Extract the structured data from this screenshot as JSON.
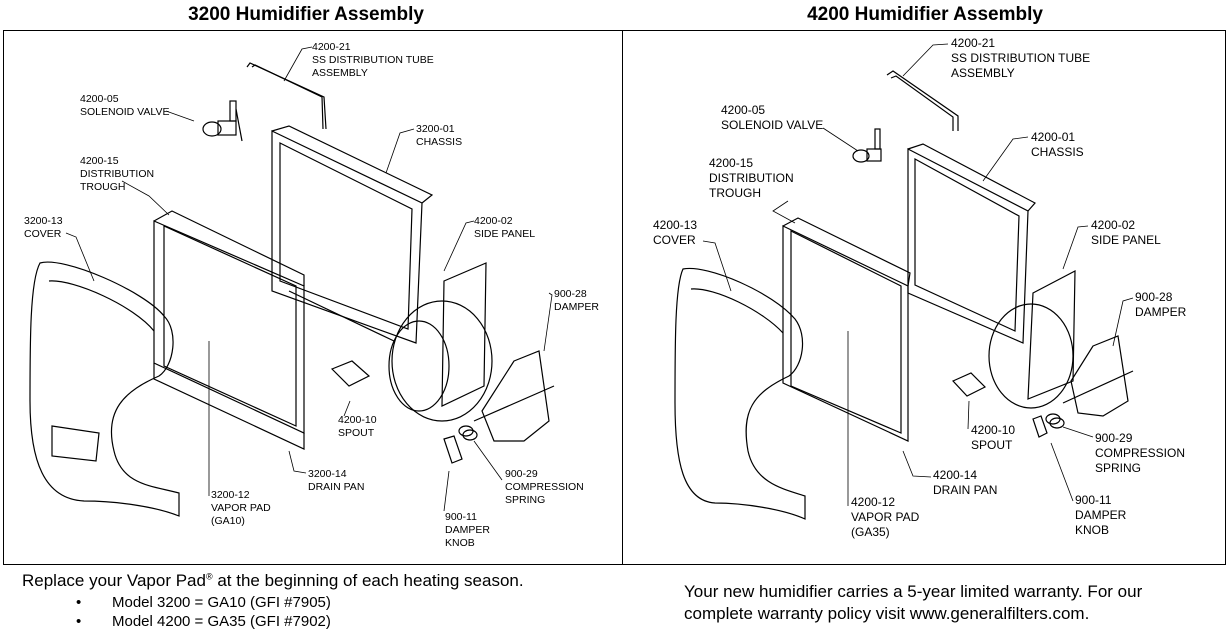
{
  "titles": {
    "left": "3200 Humidifier Assembly",
    "right": "4200 Humidifier Assembly"
  },
  "left_labels": {
    "tube_num": "4200-21",
    "tube_1": "SS DISTRIBUTION TUBE",
    "tube_2": "ASSEMBLY",
    "valve_num": "4200-05",
    "valve_1": "SOLENOID VALVE",
    "chassis_num": "3200-01",
    "chassis_1": "CHASSIS",
    "trough_num": "4200-15",
    "trough_1": "DISTRIBUTION",
    "trough_2": "TROUGH",
    "cover_num": "3200-13",
    "cover_1": "COVER",
    "side_num": "4200-02",
    "side_1": "SIDE PANEL",
    "damper_num": "900-28",
    "damper_1": "DAMPER",
    "spout_num": "4200-10",
    "spout_1": "SPOUT",
    "drain_num": "3200-14",
    "drain_1": "DRAIN PAN",
    "pad_num": "3200-12",
    "pad_1": "VAPOR PAD",
    "pad_2": "(GA10)",
    "spring_num": "900-29",
    "spring_1": "COMPRESSION",
    "spring_2": "SPRING",
    "knob_num": "900-11",
    "knob_1": "DAMPER",
    "knob_2": "KNOB"
  },
  "right_labels": {
    "tube_num": "4200-21",
    "tube_1": "SS DISTRIBUTION TUBE",
    "tube_2": "ASSEMBLY",
    "valve_num": "4200-05",
    "valve_1": "SOLENOID VALVE",
    "chassis_num": "4200-01",
    "chassis_1": "CHASSIS",
    "trough_num": "4200-15",
    "trough_1": "DISTRIBUTION",
    "trough_2": "TROUGH",
    "cover_num": "4200-13",
    "cover_1": "COVER",
    "side_num": "4200-02",
    "side_1": "SIDE PANEL",
    "damper_num": "900-28",
    "damper_1": "DAMPER",
    "spout_num": "4200-10",
    "spout_1": "SPOUT",
    "drain_num": "4200-14",
    "drain_1": "DRAIN PAN",
    "pad_num": "4200-12",
    "pad_1": "VAPOR PAD",
    "pad_2": "(GA35)",
    "spring_num": "900-29",
    "spring_1": "COMPRESSION",
    "spring_2": "SPRING",
    "knob_num": "900-11",
    "knob_1": "DAMPER",
    "knob_2": "KNOB"
  },
  "bottom": {
    "replace_text": "Replace your Vapor Pad",
    "replace_reg": "®",
    "replace_rest": " at the beginning of each heating season.",
    "bullet_1": "Model 3200 = GA10 (GFI #7905)",
    "bullet_2": "Model 4200 = GA35 (GFI #7902)",
    "warranty_1": "Your new humidifier carries a 5-year limited warranty.  For our",
    "warranty_2": "complete warranty policy visit www.generalfilters.com."
  }
}
